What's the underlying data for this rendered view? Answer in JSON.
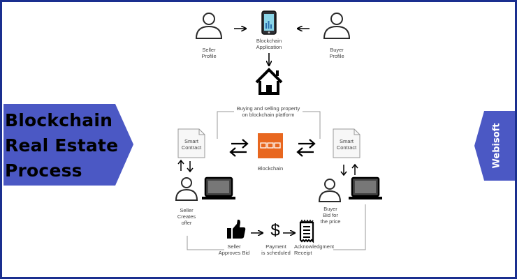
{
  "title": "Blockchain\nReal Estate\nProcess",
  "brand": "Webisoft",
  "colors": {
    "banner": "#4b58c4",
    "frame": "#1a2f8f",
    "blockchain_tile": "#e8671f",
    "connector": "#9a9a9a",
    "icon": "#000000"
  },
  "nodes": {
    "seller_profile": "Seller\nProfile",
    "blockchain_application": "Blockchain\nApplication",
    "buyer_profile": "Buyer\nProfile",
    "platform": "Buying and selling property\non blockchain platform",
    "smart_contract_left": "Smart\nContract",
    "smart_contract_right": "Smart\nContract",
    "blockchain": "Blockchain",
    "seller_creates_offer": "Seller\nCreates\noffer",
    "buyer_bid": "Buyer\nBid for\nthe price",
    "seller_approves_bid": "Seller\nApproves Bid",
    "payment": "Payment\nis scheduled",
    "payment_symbol": "$",
    "acknowledgment": "Acknowledgment\nReceipt"
  },
  "icons": [
    "person-icon",
    "smartphone-icon",
    "house-icon",
    "document-icon",
    "exchange-arrows-icon",
    "blockchain-chain-icon",
    "laptop-icon",
    "thumbs-up-icon",
    "receipt-icon"
  ]
}
